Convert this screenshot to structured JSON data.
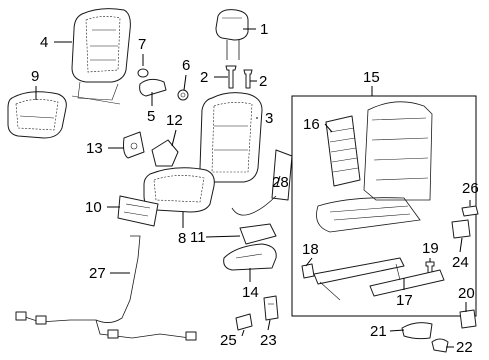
{
  "callouts": [
    "1",
    "2",
    "2",
    "3",
    "4",
    "5",
    "6",
    "7",
    "8",
    "9",
    "10",
    "11",
    "12",
    "13",
    "14",
    "15",
    "16",
    "17",
    "18",
    "19",
    "20",
    "21",
    "22",
    "23",
    "24",
    "25",
    "26",
    "27",
    "28"
  ]
}
